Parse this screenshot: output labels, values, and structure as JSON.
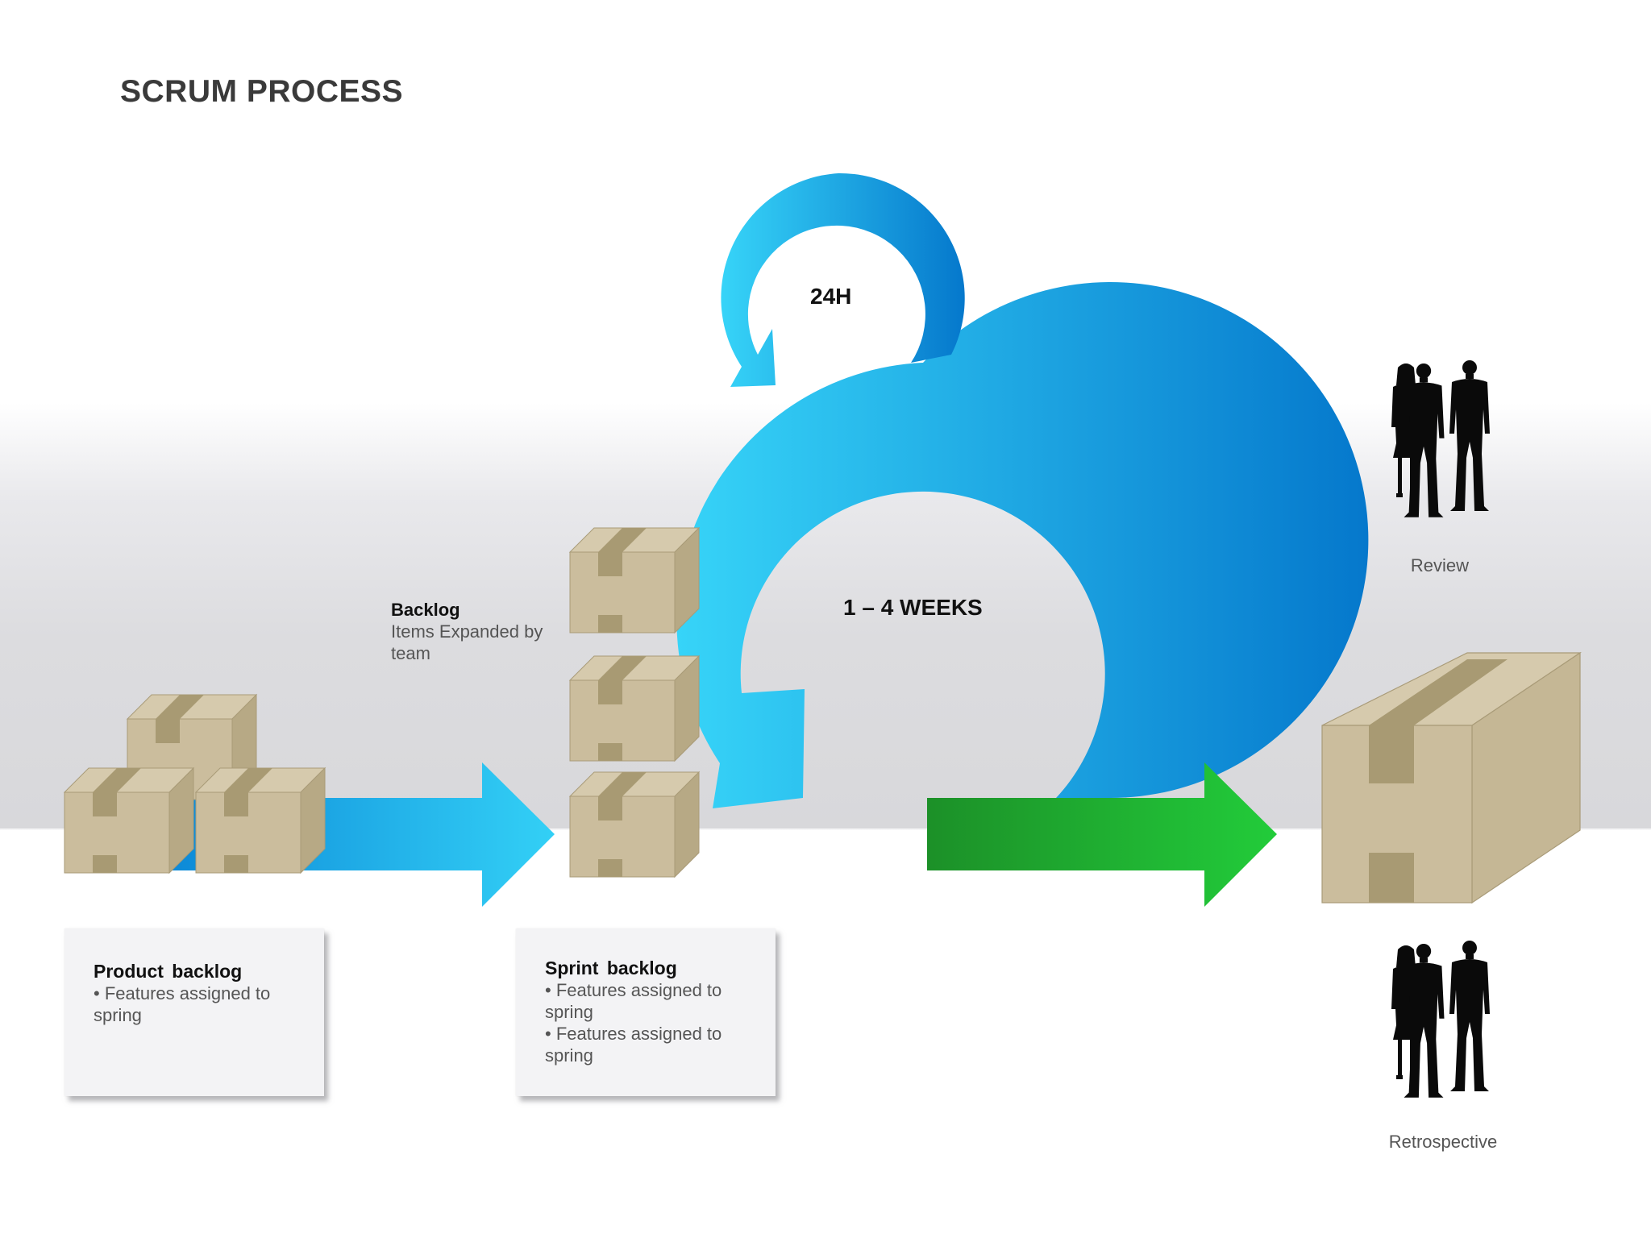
{
  "title": "SCRUM PROCESS",
  "daily_cycle": {
    "label": "24H"
  },
  "sprint_cycle": {
    "label": "1 – 4 WEEKS"
  },
  "backlog_note": {
    "title": "Backlog",
    "lines": [
      "Items Expanded by",
      "team"
    ]
  },
  "product_card": {
    "title": "Product  backlog",
    "lines": [
      "• Features assigned to",
      "spring"
    ]
  },
  "sprint_card": {
    "title": "Sprint  backlog",
    "lines": [
      "• Features assigned to",
      "spring",
      "• Features assigned to",
      "spring"
    ]
  },
  "review": {
    "caption": "Review",
    "icon": "business-people-icon"
  },
  "retrospective": {
    "caption": "Retrospective",
    "icon": "business-people-icon"
  },
  "colors": {
    "blue_light": "#2fd4f7",
    "blue_dark": "#0a7fd0",
    "green_dark": "#1e9a2c",
    "green_light": "#22c93a",
    "box_face": "#cbbd9d",
    "box_side": "#b7a985",
    "box_top": "#d6caad",
    "box_tape": "#a89a73"
  }
}
